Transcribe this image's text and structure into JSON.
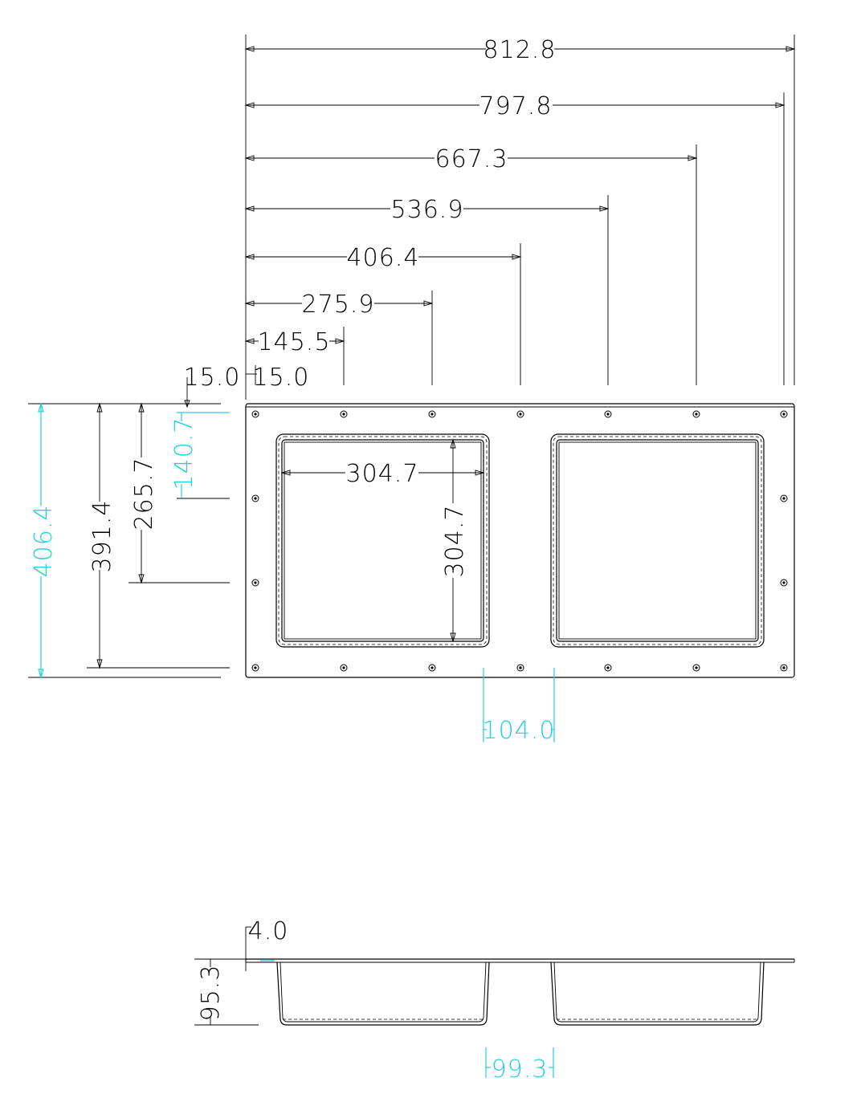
{
  "colors": {
    "line": "#000000",
    "highlight_dimension": "#22cfe0",
    "background": "#ffffff"
  },
  "top_view": {
    "horizontal_dimensions": [
      "812.8",
      "797.8",
      "667.3",
      "536.9",
      "406.4",
      "275.9",
      "145.5"
    ],
    "edge_offset_left": "15.0",
    "edge_offset_right": "15.0",
    "opening_width": "304.7",
    "opening_height": "304.7",
    "vertical_dimensions": {
      "overall_height": "406.4",
      "hole_span": "391.4",
      "hole_row_2": "265.7",
      "hole_row_1": "140.7"
    },
    "opening_gap": "104.0"
  },
  "side_view": {
    "flange_thickness": "4.0",
    "depth": "95.3",
    "bottom_gap": "99.3"
  }
}
